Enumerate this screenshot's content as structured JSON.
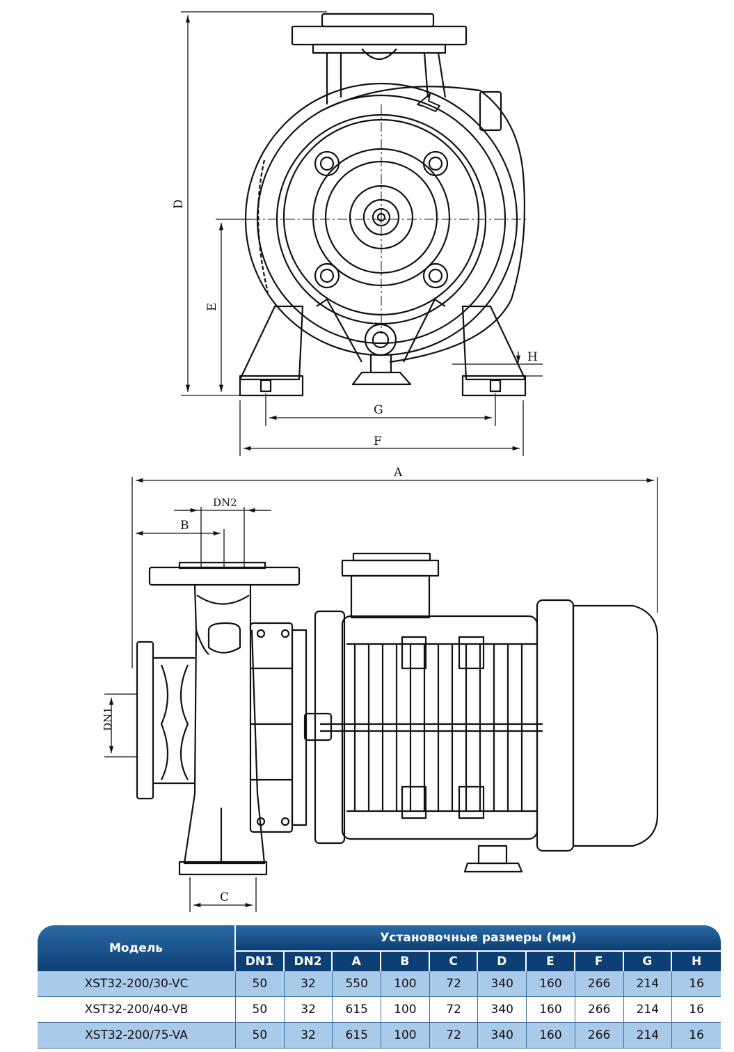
{
  "labels": {
    "D": "D",
    "E": "E",
    "F": "F",
    "G": "G",
    "H": "H",
    "A": "A",
    "B": "B",
    "C": "C",
    "DN1": "DN1",
    "DN2": "DN2"
  },
  "table": {
    "model_header": "Модель",
    "group_header": "Установочные размеры (мм)",
    "columns": [
      "DN1",
      "DN2",
      "A",
      "B",
      "C",
      "D",
      "E",
      "F",
      "G",
      "H"
    ],
    "rows": [
      {
        "model": "XST32-200/30-VC",
        "values": [
          "50",
          "32",
          "550",
          "100",
          "72",
          "340",
          "160",
          "266",
          "214",
          "16"
        ]
      },
      {
        "model": "XST32-200/40-VB",
        "values": [
          "50",
          "32",
          "615",
          "100",
          "72",
          "340",
          "160",
          "266",
          "214",
          "16"
        ]
      },
      {
        "model": "XST32-200/75-VA",
        "values": [
          "50",
          "32",
          "615",
          "100",
          "72",
          "340",
          "160",
          "266",
          "214",
          "16"
        ]
      }
    ]
  },
  "colors": {
    "header_blue": "#0d3f74",
    "row_shade": "#a9cbe9"
  }
}
